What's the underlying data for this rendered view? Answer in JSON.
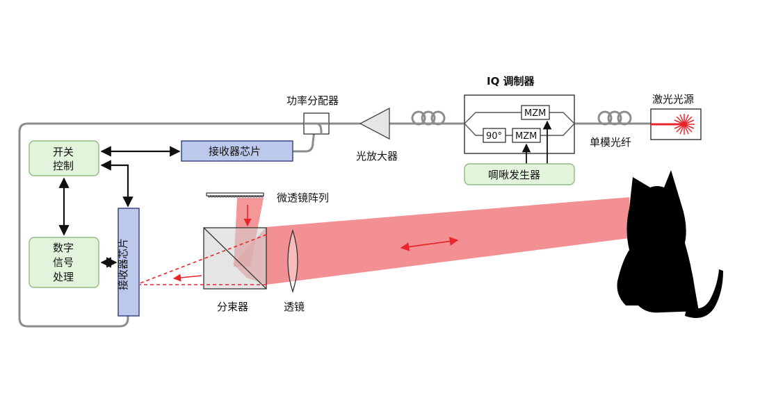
{
  "labels": {
    "power_splitter": "功率分配器",
    "iq_modulator": "IQ 调制器",
    "laser_source": "激光光源",
    "optical_amplifier": "光放大器",
    "single_mode_fiber": "单模光纤",
    "chirp_generator": "啁啾发生器",
    "receiver_chip_top": "接收器芯片",
    "receiver_chip_vertical": "接收器芯片",
    "switch_control": [
      "开关",
      "控制"
    ],
    "dsp": [
      "数字",
      "信号",
      "处理"
    ],
    "microlens_array": "微透镜阵列",
    "beam_splitter": "分束器",
    "lens": "透镜",
    "mzm_upper": "MZM",
    "mzm_lower": "MZM",
    "phase_90": "90°"
  },
  "colors": {
    "beam": "#f07d80",
    "laser_red": "#e8252a",
    "green_box_fill": "#e3f4dc",
    "green_box_stroke": "#8ebb80",
    "chip_fill": "#bcc8ec",
    "chip_stroke": "#2f3b7a",
    "fiber": "#8c8c8c"
  }
}
